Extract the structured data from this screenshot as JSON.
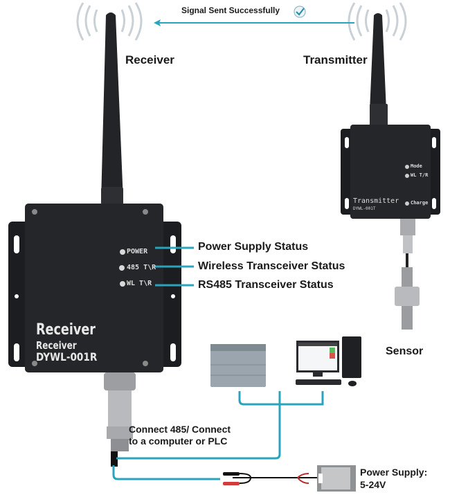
{
  "header": {
    "signal_text": "Signal Sent Successfully",
    "signal_icon": "check-circle-icon",
    "direction": "transmitter-to-receiver"
  },
  "titles": {
    "receiver": "Receiver",
    "transmitter": "Transmitter",
    "sensor": "Sensor"
  },
  "receiver_device": {
    "leds": [
      {
        "label": "POWER",
        "callout": "Power Supply Status"
      },
      {
        "label": "485 T\\R",
        "callout": "Wireless Transceiver Status"
      },
      {
        "label": "WL T\\R",
        "callout": "RS485 Transceiver Status"
      }
    ],
    "print_line1": "Receiver",
    "print_line2": "Receiver",
    "model": "DYWL-001R"
  },
  "transmitter_device": {
    "leds": [
      {
        "label": "Mode"
      },
      {
        "label": "WL T/R"
      },
      {
        "label": "Charge"
      }
    ],
    "print_name": "Transmitter",
    "model": "DYWL-001T"
  },
  "connections": {
    "rs485_label_line1": "Connect 485/ Connect",
    "rs485_label_line2": "to a computer or PLC",
    "power_label_line1": "Power Supply:",
    "power_label_line2": "5-24V"
  },
  "colors": {
    "accent": "#2aa3bd",
    "device": "#1f2124",
    "wave": "#c9d1d6"
  }
}
